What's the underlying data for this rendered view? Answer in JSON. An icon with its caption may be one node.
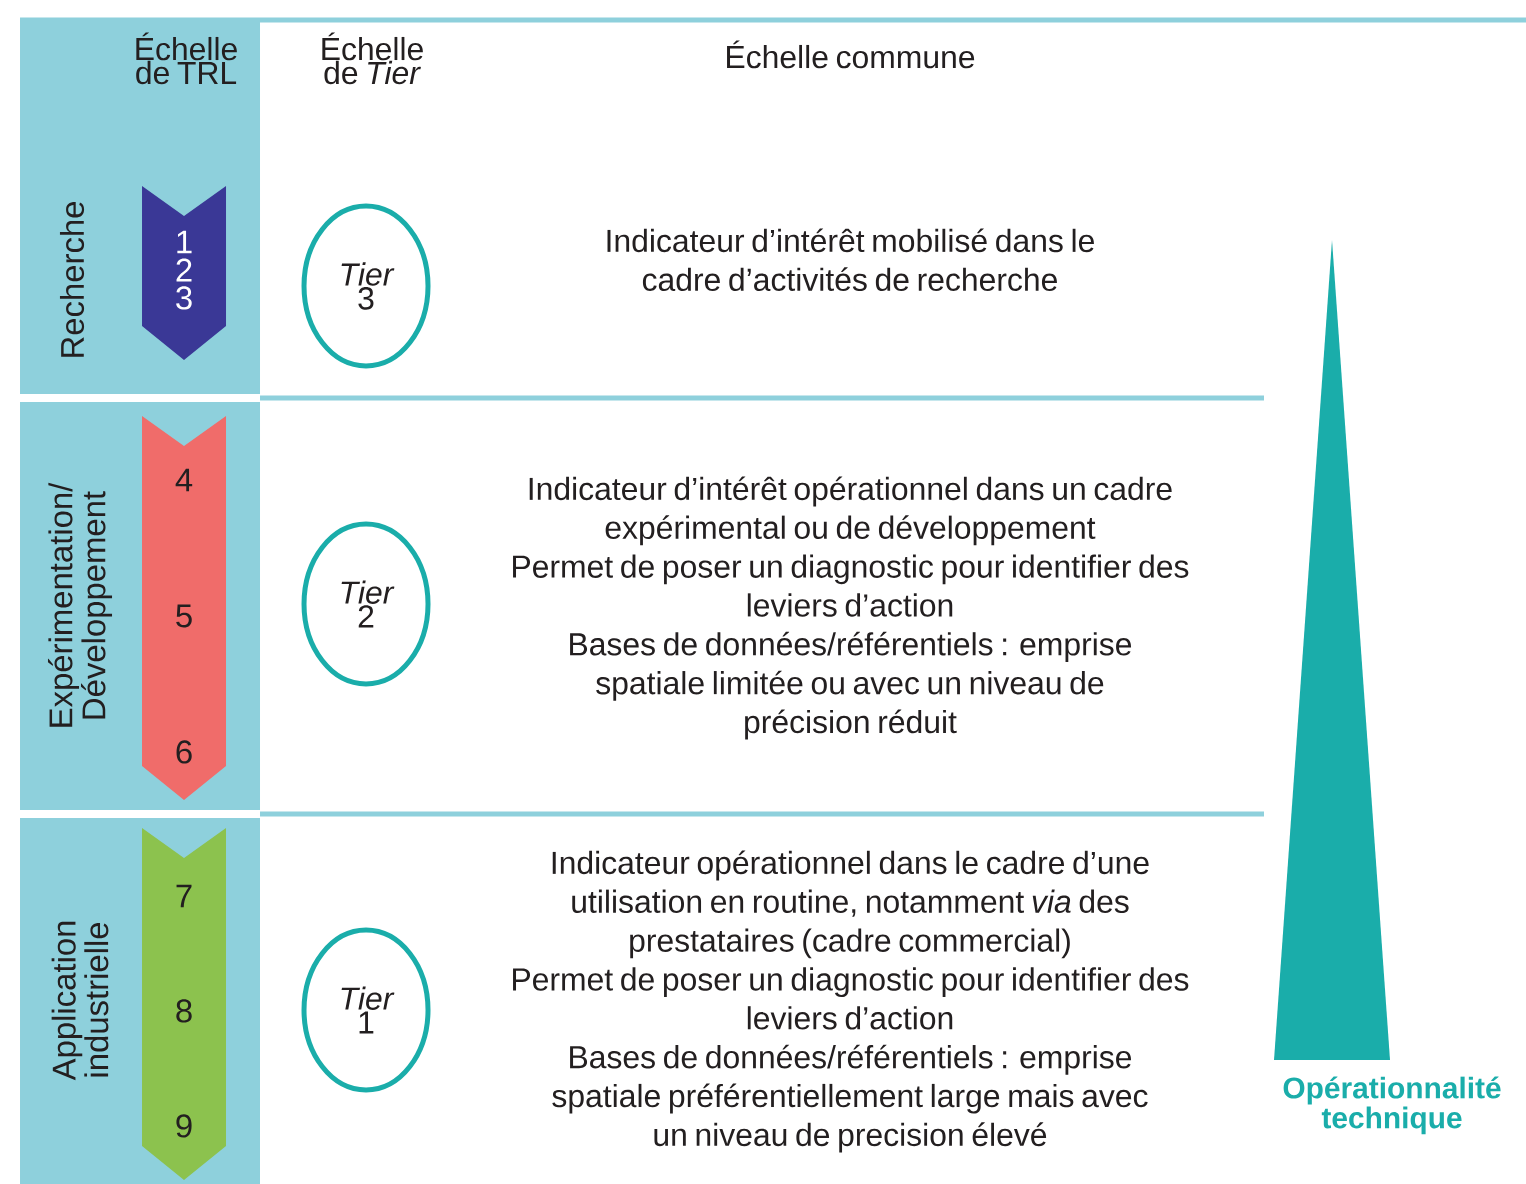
{
  "diagram": {
    "nodes": [
      {
        "text": [
          "Recherche"
        ]
      },
      {
        "text": [
          "1",
          "2",
          "3"
        ],
        "in": 0
      },
      {
        "text": [
          "*Tier* 3"
        ]
      },
      {
        "text": [
          "Expérimentation/ Développement"
        ]
      },
      {
        "text": [
          "4",
          "5",
          "6"
        ],
        "in": 3
      },
      {
        "text": [
          "*Tier* 2"
        ]
      },
      {
        "text": [
          "Application industrielle"
        ]
      },
      {
        "text": [
          "7",
          "8",
          "9"
        ],
        "in": 6
      },
      {
        "text": [
          "*Tier* 1"
        ]
      },
      {
        "text": [
          "Opérationnalité technique"
        ]
      }
    ],
    "labels": [
      "Échelle de TRL",
      "Échelle de *Tier*",
      "Échelle commune",
      "Indicateur d’intérêt mobilisé dans le cadre d’activités de recherche",
      "Indicateur d’intérêt opérationnel dans un cadre expérimental ou de développement",
      "Permet de poser un diagnostic pour identifier des leviers d’action",
      "Bases de données/référentiels : emprise spatiale limitée ou avec un niveau de précision réduit",
      "Indicateur opérationnel dans le cadre d’une utilisation en routine, notamment *via* des prestataires (cadre commercial)",
      "Permet de poser un diagnostic pour identifier des leviers d’action",
      "Bases de données/référentiels : emprise spatiale préférentiellement large mais avec un niveau de precision élevé"
    ]
  }
}
